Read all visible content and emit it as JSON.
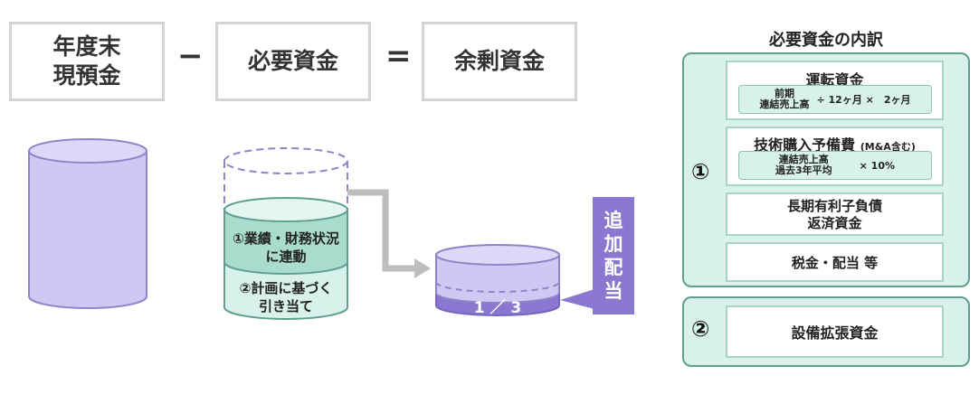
{
  "equation": {
    "box1_line1": "年度末",
    "box1_line2": "現預金",
    "minus": "−",
    "box2": "必要資金",
    "equals": "=",
    "box3": "余剰資金"
  },
  "cylinder_labels": {
    "top_line1": "①業績・財務状況",
    "top_line2": "に連動",
    "bottom_line1": "②計画に基づく",
    "bottom_line2": "引き当て"
  },
  "extra_dividend": {
    "chars": [
      "追",
      "加",
      "配",
      "当"
    ],
    "fraction": "1 ／ 3"
  },
  "breakdown": {
    "title": "必要資金の内訳",
    "group1_number": "①",
    "group2_number": "②",
    "items": {
      "working_capital": "運転資金",
      "working_formula_top": "前期",
      "working_formula_bottom": "連結売上高",
      "working_formula_rest": "÷ 12ヶ月 ×　2ヶ月",
      "tech_title": "技術購入予備費",
      "tech_note": "(M&A含む)",
      "tech_formula_top": "連結売上高",
      "tech_formula_bottom": "過去3年平均",
      "tech_formula_rest": "× 10%",
      "debt_line1": "長期有利子負債",
      "debt_line2": "返済資金",
      "tax": "税金・配当 等",
      "capex": "設備拡張資金"
    }
  }
}
